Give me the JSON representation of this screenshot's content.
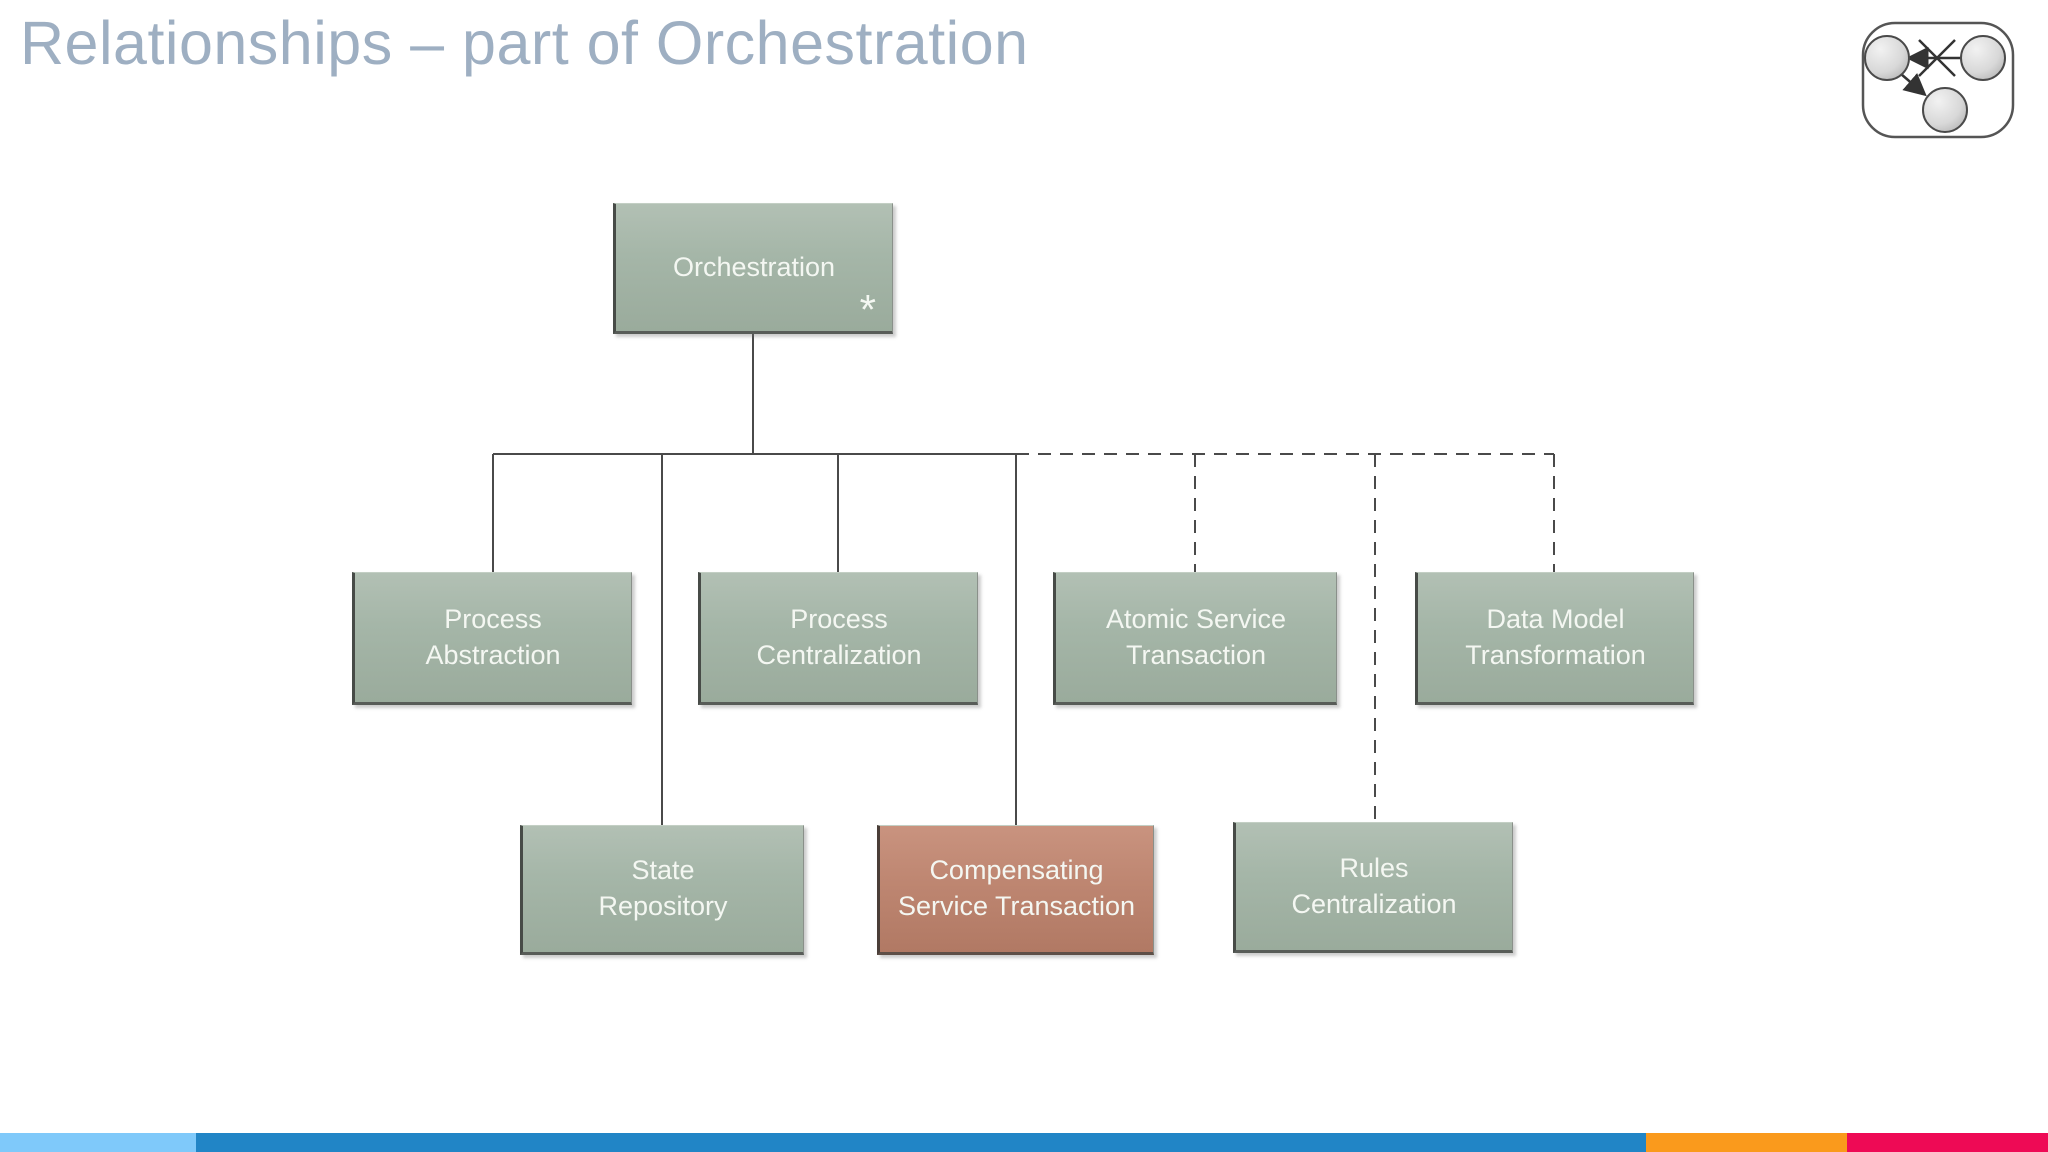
{
  "slide": {
    "title": "Relationships – part of Orchestration"
  },
  "header_icon": {
    "name": "relationships-crossed-arrow-icon",
    "description": "three circle nodes in rounded rectangle; crossed-out arrow between top nodes; allowed arrow to bottom node"
  },
  "diagram": {
    "root_annotation": "*",
    "nodes": [
      {
        "id": "orchestration",
        "label": "Orchestration",
        "theme": "green",
        "connector": null
      },
      {
        "id": "process-abstraction",
        "label": "Process\nAbstraction",
        "theme": "green",
        "connector": "solid"
      },
      {
        "id": "process-centralization",
        "label": "Process\nCentralization",
        "theme": "green",
        "connector": "solid"
      },
      {
        "id": "atomic-service-transaction",
        "label": "Atomic Service\nTransaction",
        "theme": "green",
        "connector": "dashed"
      },
      {
        "id": "data-model-transformation",
        "label": "Data Model\nTransformation",
        "theme": "green",
        "connector": "dashed"
      },
      {
        "id": "state-repository",
        "label": "State\nRepository",
        "theme": "green",
        "connector": "solid"
      },
      {
        "id": "compensating-service-transaction",
        "label": "Compensating\nService Transaction",
        "theme": "salmon",
        "connector": "solid"
      },
      {
        "id": "rules-centralization",
        "label": "Rules\nCentralization",
        "theme": "green",
        "connector": "dashed"
      }
    ]
  },
  "colors": {
    "title_text": "#9EAFC2",
    "green_node": "#A5B6A8",
    "salmon_node": "#BE8671",
    "node_text": "#F4F7F2",
    "connector_line": "#4a4a4a",
    "footer_light_blue": "#7FC9FA",
    "footer_blue": "#2185C6",
    "footer_orange": "#FA9A1C",
    "footer_pink": "#EE0A55"
  },
  "footer_bar": {
    "segments": [
      {
        "name": "light-blue",
        "color": "#7FC9FA"
      },
      {
        "name": "blue",
        "color": "#2185C6"
      },
      {
        "name": "orange",
        "color": "#FA9A1C"
      },
      {
        "name": "pink",
        "color": "#EE0A55"
      }
    ]
  }
}
